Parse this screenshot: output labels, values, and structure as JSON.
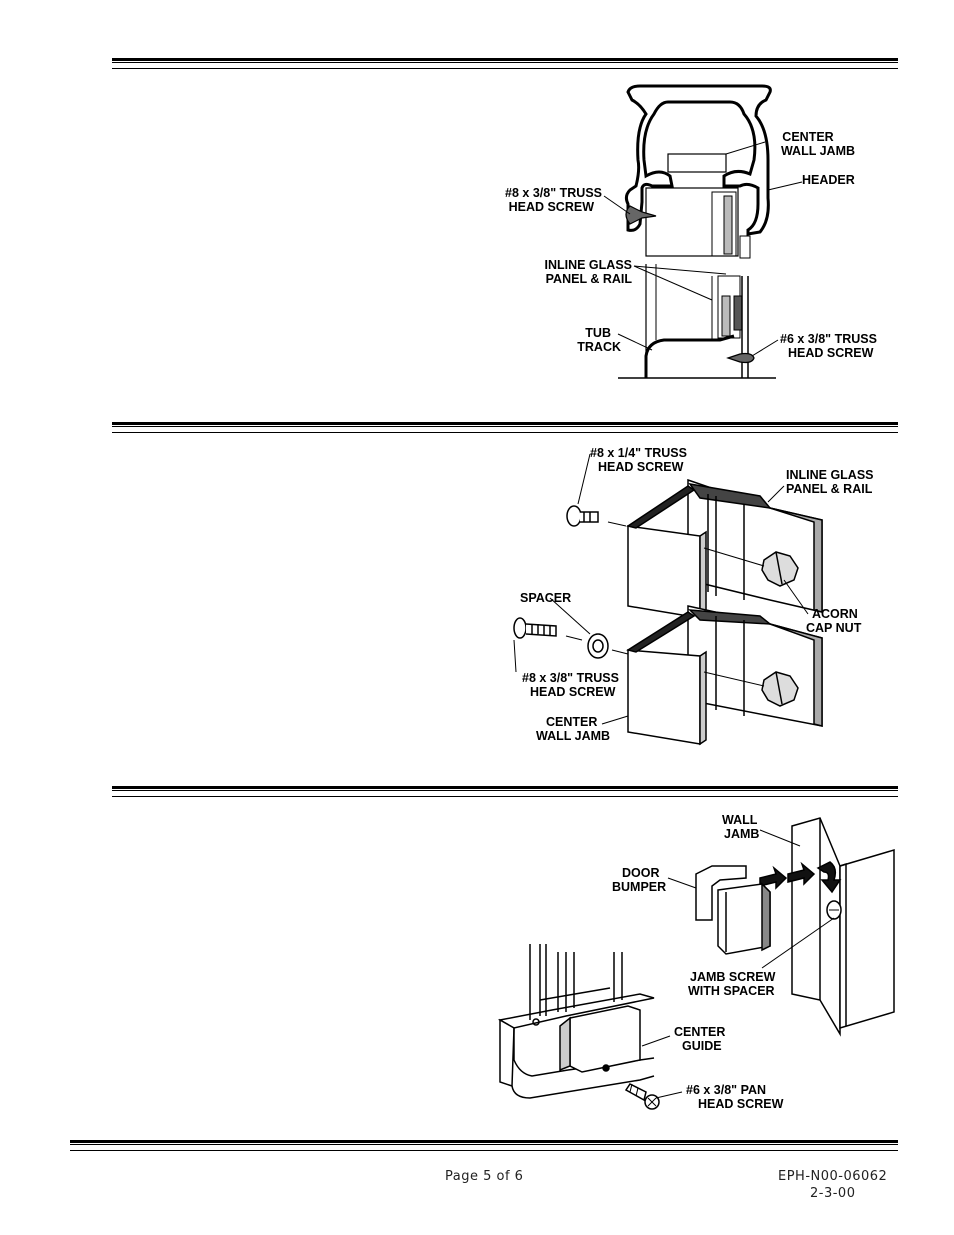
{
  "figure1": {
    "labels": {
      "center_wall_jamb_1": "CENTER",
      "center_wall_jamb_2": "WALL JAMB",
      "header": "HEADER",
      "truss_screw_left_1": "#8 x 3/8\" TRUSS",
      "truss_screw_left_2": "HEAD SCREW",
      "inline_glass_1": "INLINE GLASS",
      "inline_glass_2": "PANEL & RAIL",
      "tub_track_1": "TUB",
      "tub_track_2": "TRACK",
      "truss_screw_right_1": "#6 x 3/8\" TRUSS",
      "truss_screw_right_2": "HEAD SCREW"
    }
  },
  "figure2": {
    "labels": {
      "truss_quarter_1": "#8 x 1/4\" TRUSS",
      "truss_quarter_2": "HEAD SCREW",
      "inline_glass_1": "INLINE GLASS",
      "inline_glass_2": "PANEL & RAIL",
      "spacer": "SPACER",
      "acorn_1": "ACORN",
      "acorn_2": "CAP NUT",
      "truss_38_1": "#8 x 3/8\" TRUSS",
      "truss_38_2": "HEAD SCREW",
      "center_jamb_1": "CENTER",
      "center_jamb_2": "WALL JAMB"
    }
  },
  "figure3": {
    "labels": {
      "wall_jamb_1": "WALL",
      "wall_jamb_2": "JAMB",
      "door_bumper_1": "DOOR",
      "door_bumper_2": "BUMPER",
      "jamb_screw_1": "JAMB SCREW",
      "jamb_screw_2": "WITH SPACER",
      "center_guide_1": "CENTER",
      "center_guide_2": "GUIDE",
      "pan_screw_1": "#6 x 3/8\" PAN",
      "pan_screw_2": "HEAD SCREW"
    }
  },
  "footer": {
    "page": "Page 5 of 6",
    "doc_number": "EPH-N00-06062",
    "date": "2-3-00"
  }
}
